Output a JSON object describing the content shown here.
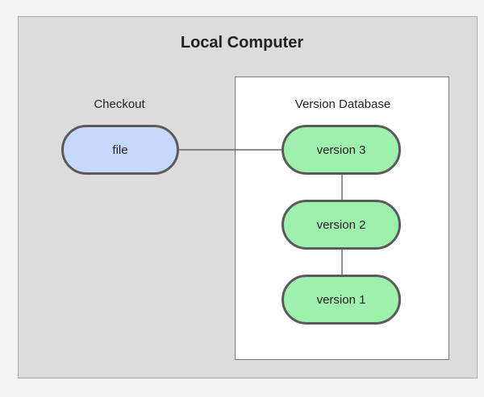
{
  "diagram": {
    "title": "Local Computer",
    "checkout_label": "Checkout",
    "database_label": "Version Database",
    "file_node": "file",
    "versions": [
      "version 3",
      "version 2",
      "version 1"
    ]
  },
  "colors": {
    "file_fill": "#c6d8fb",
    "version_fill": "#9ef0ad",
    "outer_fill": "#dcdcdc",
    "database_fill": "#ffffff"
  }
}
